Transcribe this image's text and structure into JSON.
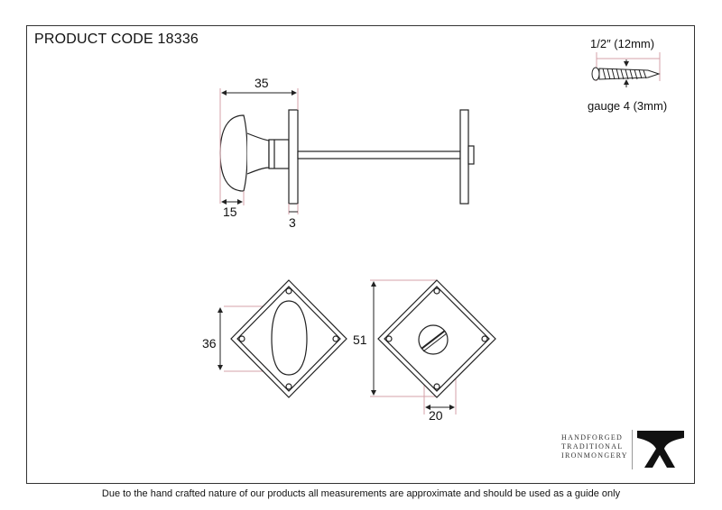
{
  "product_code": "PRODUCT CODE 18336",
  "dimensions": {
    "knob_length": "35",
    "knob_depth": "15",
    "plate_thickness": "3",
    "rose_height": "36",
    "rose_diagonal": "51",
    "rose_offset": "20"
  },
  "screw": {
    "length": "1/2″ (12mm)",
    "gauge": "gauge 4 (3mm)"
  },
  "brand": {
    "line1": "HANDFORGED",
    "line2": "TRADITIONAL",
    "line3": "IRONMONGERY"
  },
  "footer": "Due to the hand crafted nature of our products all measurements are approximate and should be used as a guide only",
  "colors": {
    "line": "#222222",
    "dimension_guide": "#d4a0a8"
  }
}
